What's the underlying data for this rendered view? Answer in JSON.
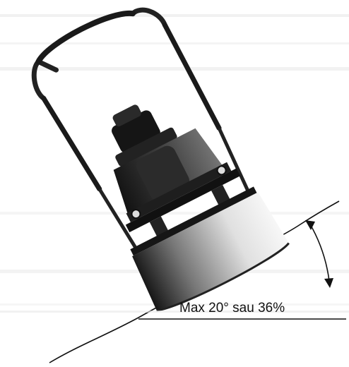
{
  "slope_label": "Max 20° sau 36%",
  "colors": {
    "ink": "#111111",
    "metal_dark": "#1c1c1c",
    "metal_mid": "#6a6a6a",
    "metal_light": "#e6e6e6",
    "background": "#ffffff"
  },
  "icons": {
    "machine": "vibratory-plate-compactor",
    "angle_indicator": "angle-arc-arrow"
  }
}
